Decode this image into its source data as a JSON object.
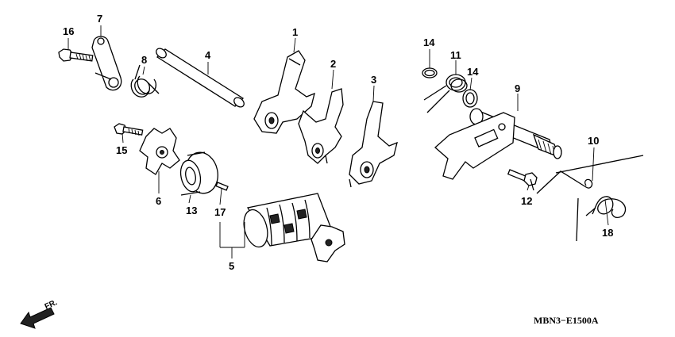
{
  "diagram": {
    "code": "MBN3−E1500A",
    "direction_label": "FR.",
    "callouts": {
      "c1": "1",
      "c2": "2",
      "c3": "3",
      "c4": "4",
      "c5": "5",
      "c6": "6",
      "c7": "7",
      "c8": "8",
      "c9": "9",
      "c10": "10",
      "c11": "11",
      "c12": "12",
      "c13": "13",
      "c14a": "14",
      "c14b": "14",
      "c15": "15",
      "c16": "16",
      "c17": "17",
      "c18": "18"
    }
  }
}
